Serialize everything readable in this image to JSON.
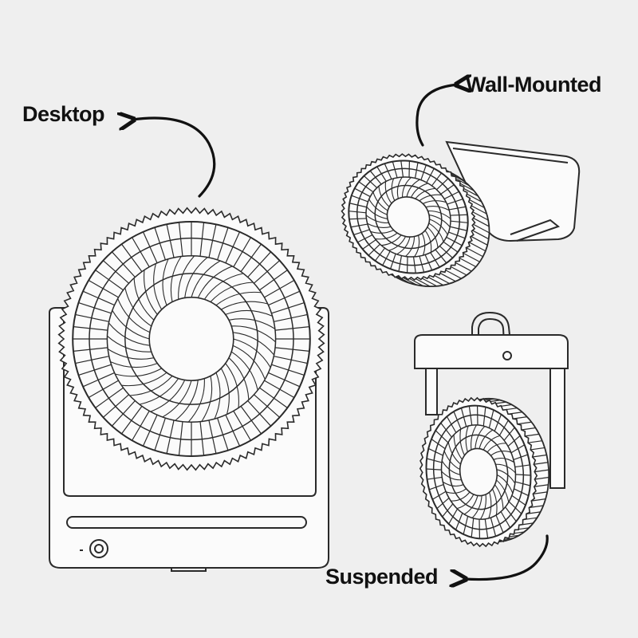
{
  "labels": {
    "desktop": "Desktop",
    "wall_mounted": "Wall-Mounted",
    "suspended": "Suspended"
  },
  "colors": {
    "background": "#efefef",
    "line": "#2a2a2a",
    "fill": "#fbfbfb",
    "text": "#111111"
  },
  "icons": {
    "arrow": "curved-arrow-icon",
    "fan": "fan-icon"
  }
}
